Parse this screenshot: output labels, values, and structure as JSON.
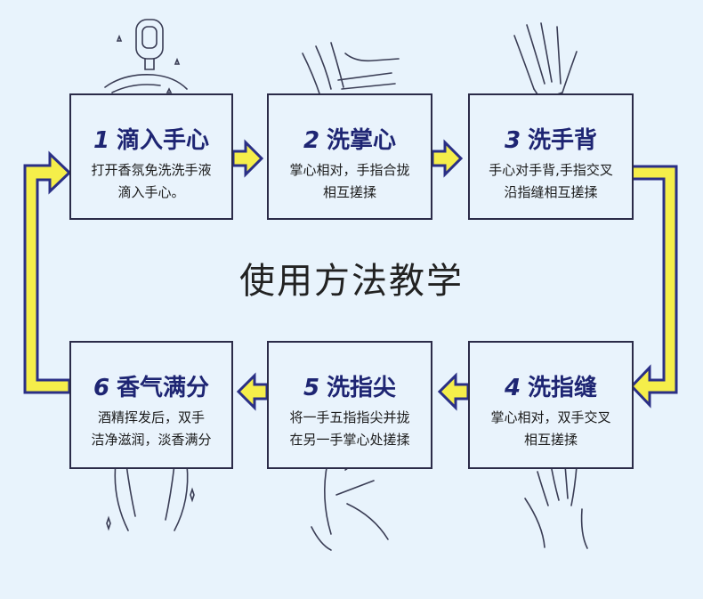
{
  "title": "使用方法教学",
  "steps": [
    {
      "number": "1",
      "name": "滴入手心",
      "desc": "打开香氛免洗洗手液\n滴入手心。"
    },
    {
      "number": "2",
      "name": "洗掌心",
      "desc": "掌心相对，手指合拢\n相互搓揉"
    },
    {
      "number": "3",
      "name": "洗手背",
      "desc": "手心对手背,手指交叉\n沿指缝相互搓揉"
    },
    {
      "number": "4",
      "name": "洗指缝",
      "desc": "掌心相对，双手交叉\n相互搓揉"
    },
    {
      "number": "5",
      "name": "洗指尖",
      "desc": "将一手五指指尖并拢\n在另一手掌心处搓揉"
    },
    {
      "number": "6",
      "name": "香气满分",
      "desc": "酒精挥发后，双手\n洁净滋润，淡香满分"
    }
  ],
  "colors": {
    "background": "#e8f3fc",
    "arrow_fill": "#f5ee4a",
    "arrow_stroke": "#2a2f86",
    "title_color": "#1e2573"
  },
  "icons": [
    "dispenser-hand-icon",
    "palms-rubbing-icon",
    "hand-back-icon",
    "interlaced-fingers-icon",
    "fingertips-palm-icon",
    "clean-hands-sparkle-icon"
  ]
}
